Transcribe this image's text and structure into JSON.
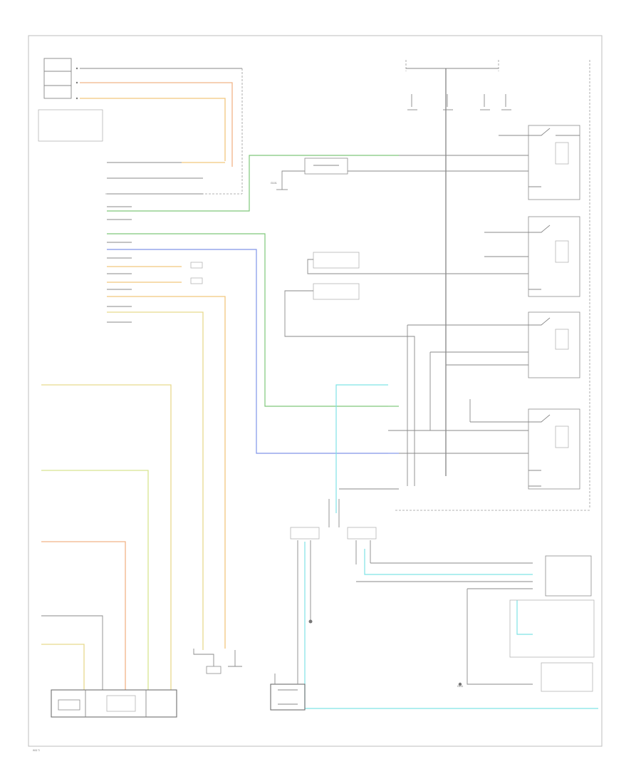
{
  "labels": {
    "ground_a": "G101",
    "ground_b": "G111",
    "footer_code": "W/D TI"
  },
  "colors": {
    "green": "#7fc77a",
    "blue": "#8095e8",
    "yellow": "#e7d98e",
    "yellow_green": "#d7e490",
    "orange": "#f0b487",
    "tan": "#f2c77e",
    "cyan": "#7fe3e5",
    "black": "#6e6e6e"
  }
}
